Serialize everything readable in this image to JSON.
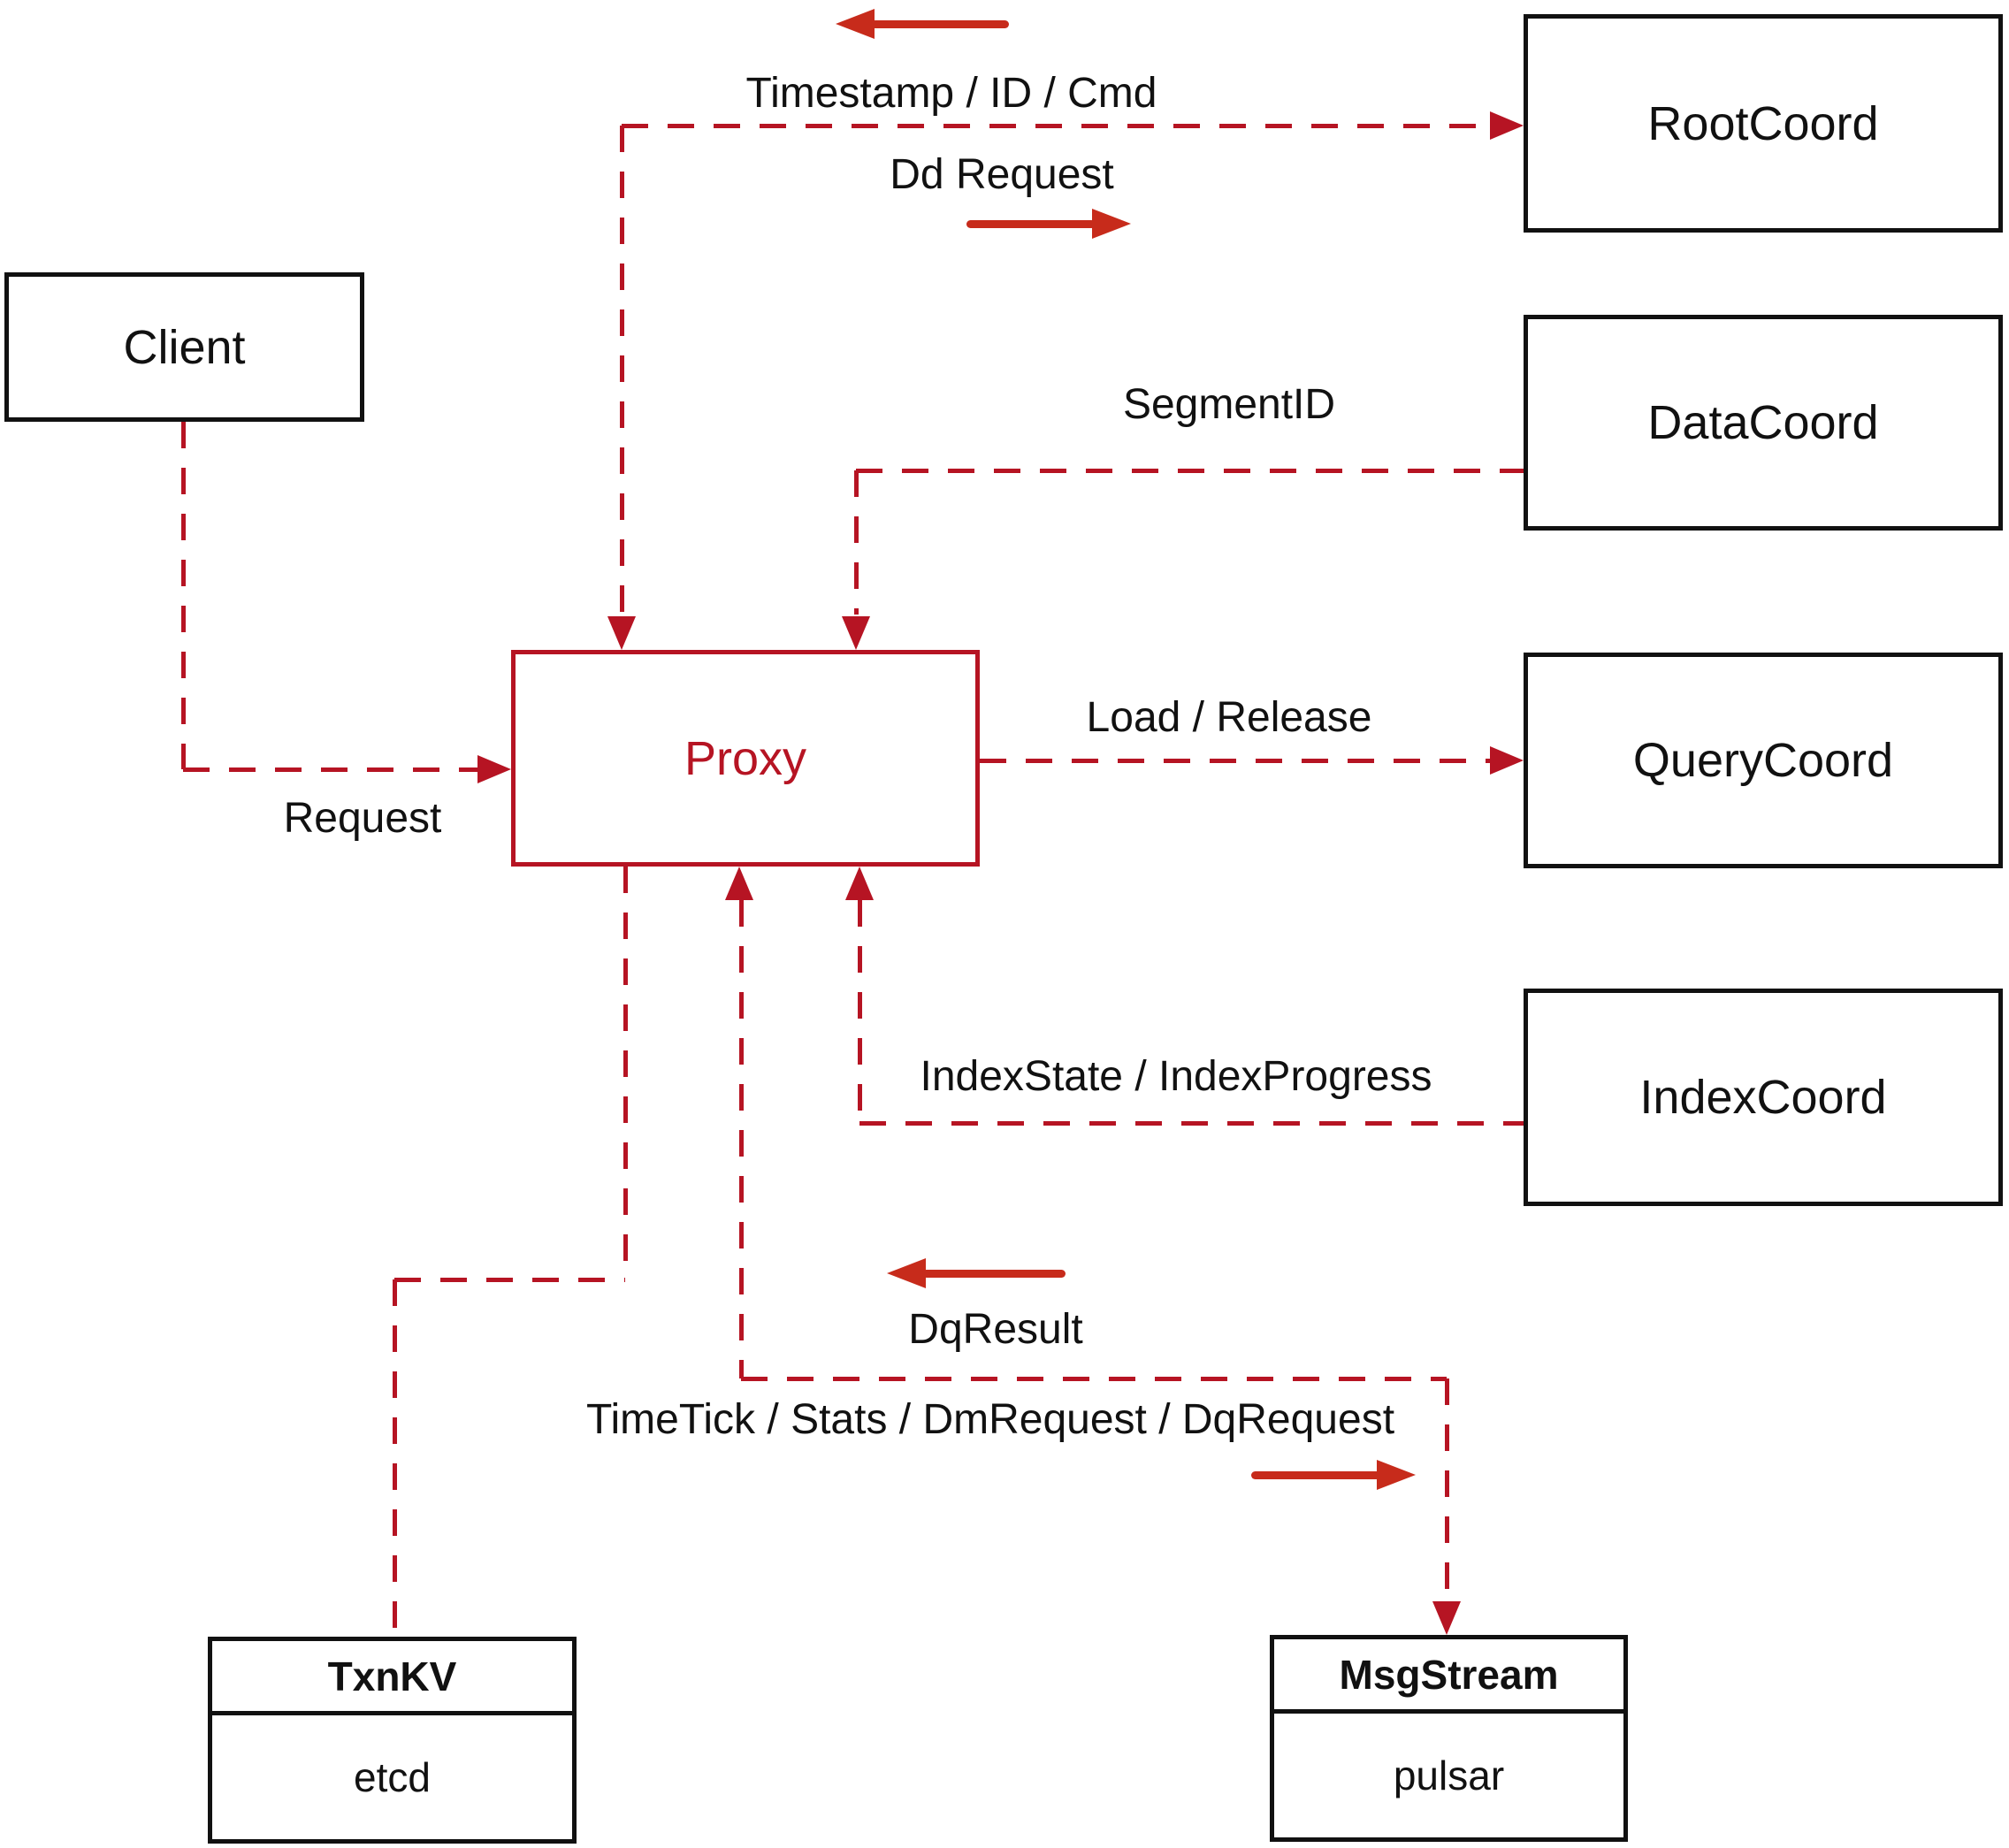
{
  "diagram": {
    "nodes": {
      "client": {
        "label": "Client"
      },
      "proxy": {
        "label": "Proxy"
      },
      "rootcoord": {
        "label": "RootCoord"
      },
      "datacoord": {
        "label": "DataCoord"
      },
      "querycoord": {
        "label": "QueryCoord"
      },
      "indexcoord": {
        "label": "IndexCoord"
      },
      "txnkv": {
        "title": "TxnKV",
        "subtitle": "etcd"
      },
      "msgstream": {
        "title": "MsgStream",
        "subtitle": "pulsar"
      }
    },
    "edge_labels": {
      "timestamp": "Timestamp / ID / Cmd",
      "dd_request": "Dd Request",
      "segment_id": "SegmentID",
      "request": "Request",
      "load_release": "Load / Release",
      "index_state": "IndexState / IndexProgress",
      "dq_result": "DqResult",
      "time_tick": "TimeTick / Stats / DmRequest / DqRequest"
    },
    "colors": {
      "line": "#b61423",
      "arrow": "#c72b1b",
      "border": "#111111",
      "text": "#111111",
      "background": "#ffffff"
    }
  }
}
